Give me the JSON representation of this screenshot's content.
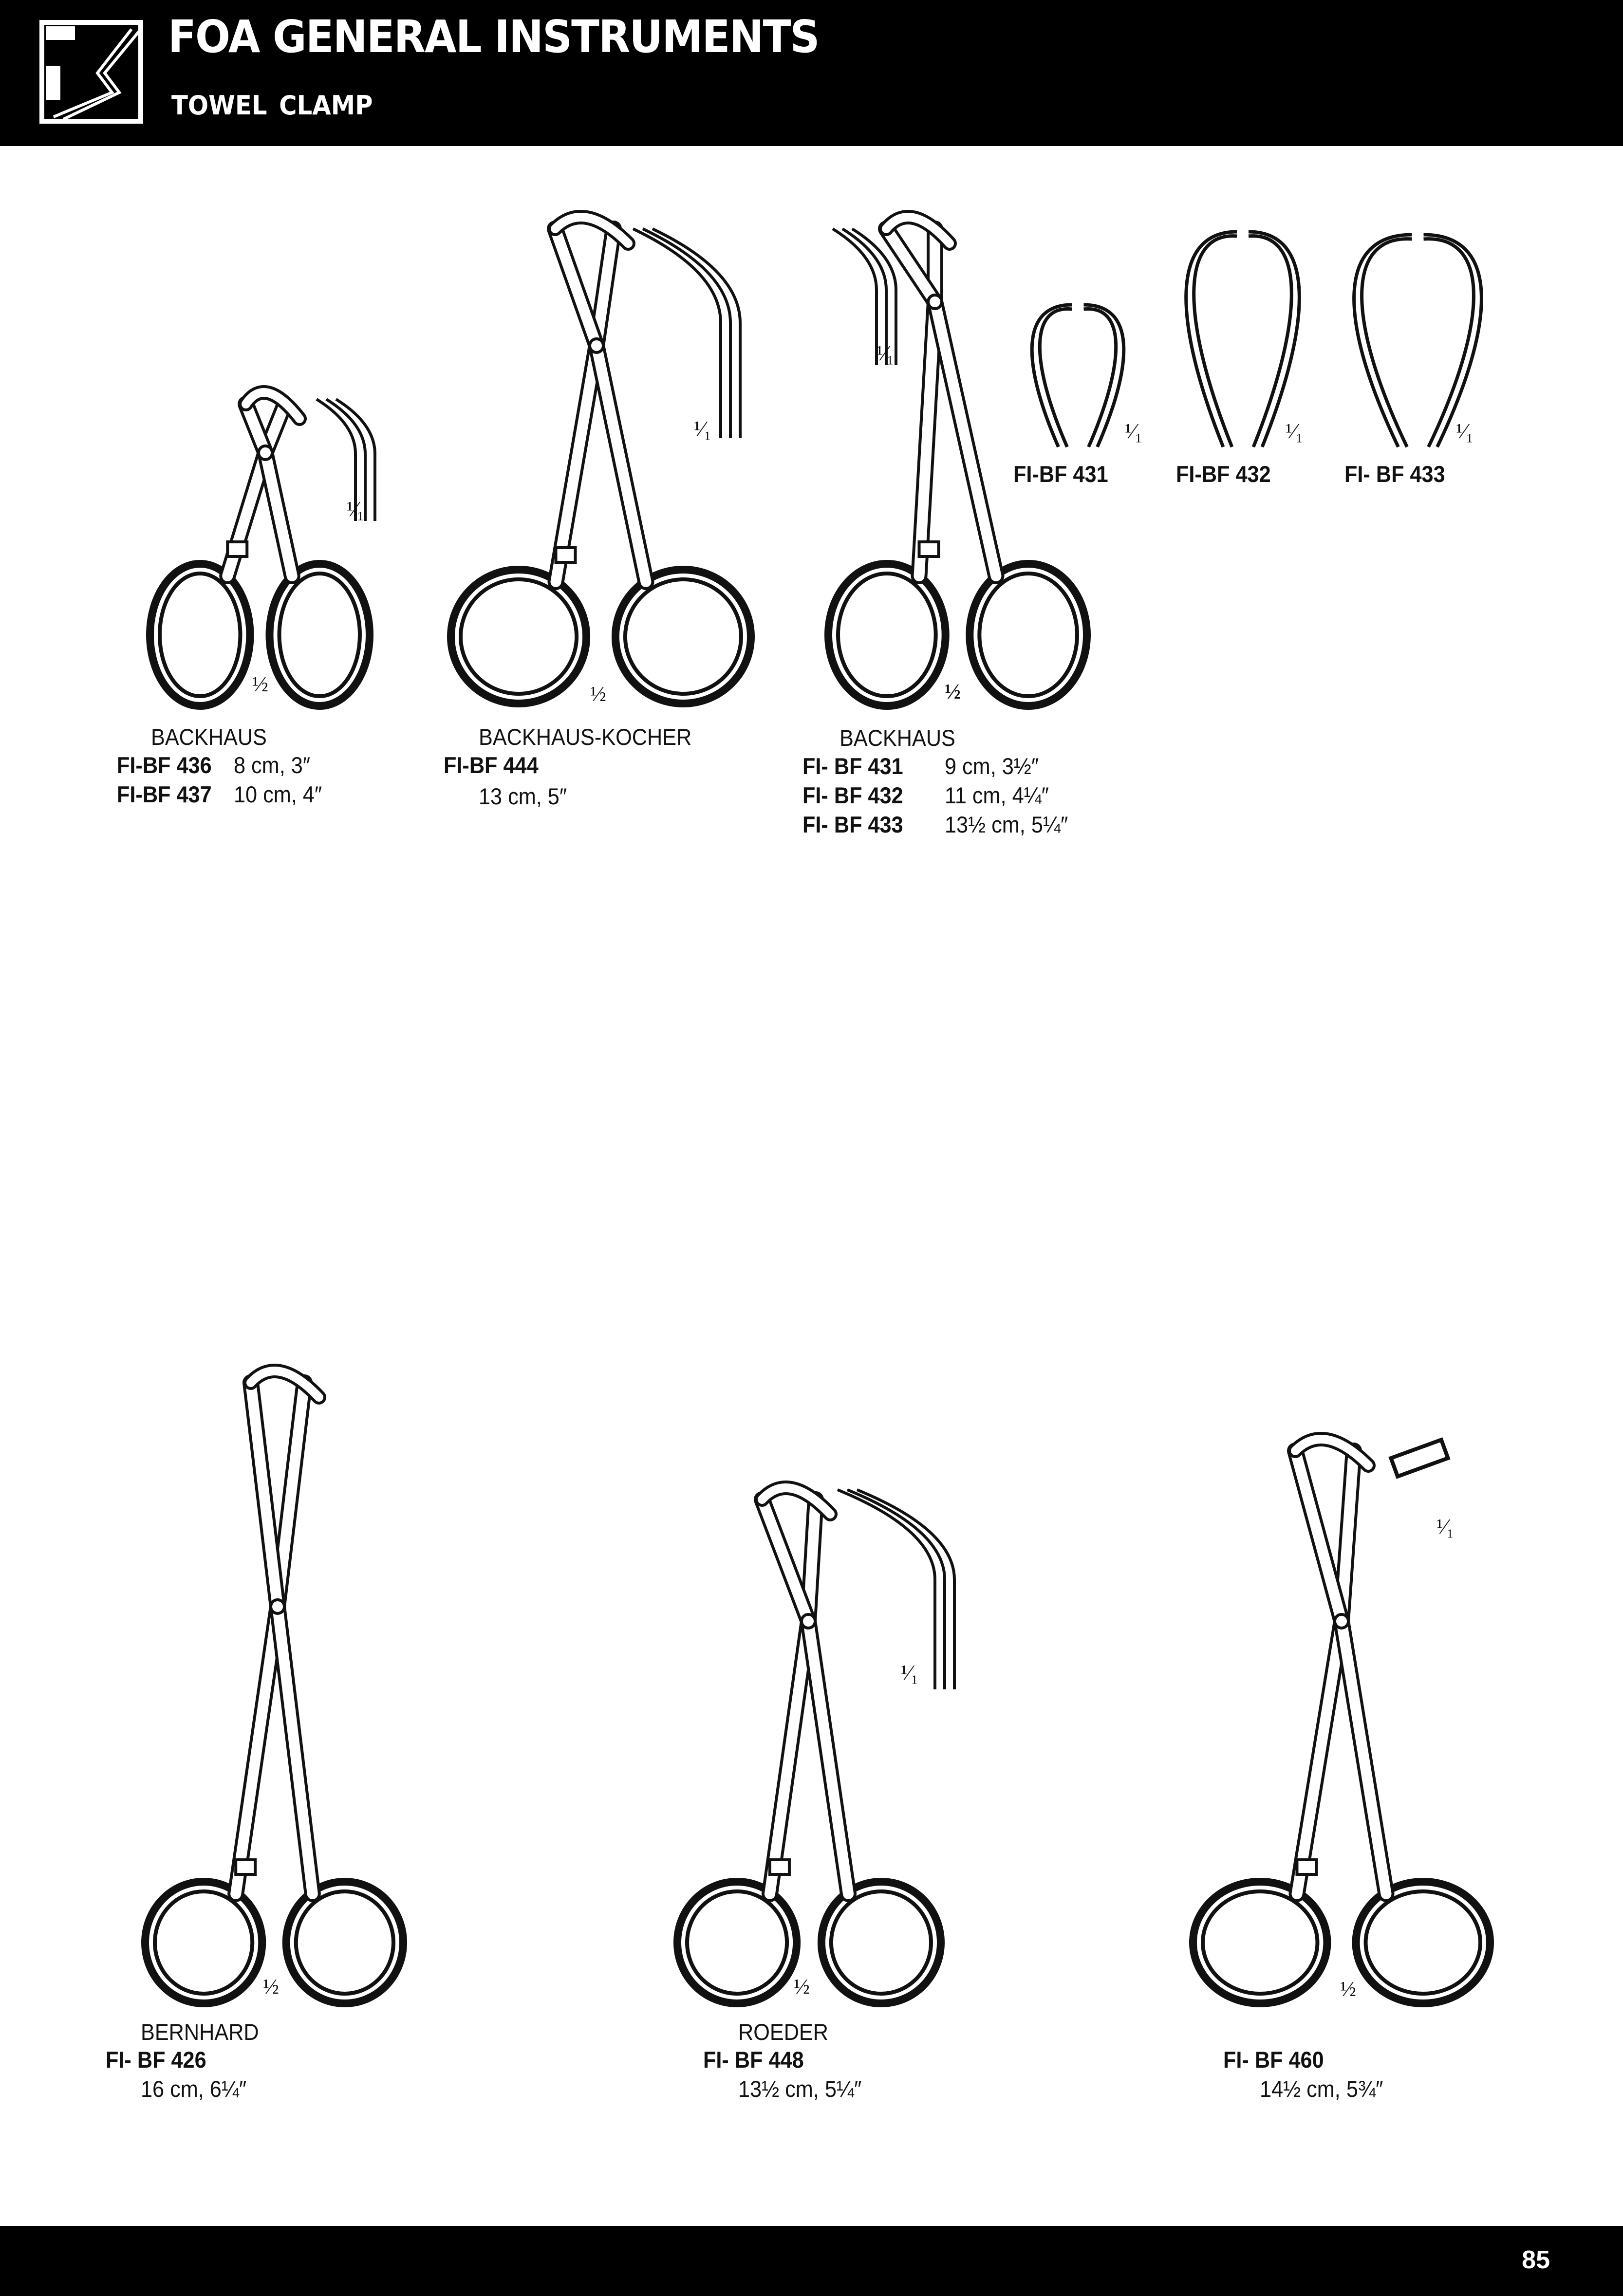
{
  "header": {
    "brand": "FOA GENERAL INSTRUMENTS",
    "subtitle": "TOWEL CLAMP",
    "logo": "FS"
  },
  "footer": {
    "page_number": "85"
  },
  "scale_labels": {
    "half": "½",
    "full": "¹⁄₁"
  },
  "products": [
    {
      "name": "BACKHAUS",
      "items": [
        {
          "code": "FI-BF 436",
          "size": "8 cm, 3″"
        },
        {
          "code": "FI-BF 437",
          "size": "10 cm, 4″"
        }
      ]
    },
    {
      "name": "BACKHAUS-KOCHER",
      "items": [
        {
          "code": "FI-BF 444",
          "size": "13 cm, 5″"
        }
      ]
    },
    {
      "name": "BACKHAUS",
      "items": [
        {
          "code": "FI- BF 431",
          "size": "9 cm, 3½″"
        },
        {
          "code": "FI- BF 432",
          "size": "11 cm, 4¼″"
        },
        {
          "code": "FI- BF 433",
          "size": "13½ cm, 5¼″"
        }
      ]
    },
    {
      "name": "BERNHARD",
      "items": [
        {
          "code": "FI- BF 426",
          "size": "16 cm, 6¼″"
        }
      ]
    },
    {
      "name": "ROEDER",
      "items": [
        {
          "code": "FI- BF 448",
          "size": "13½ cm, 5¼″"
        }
      ]
    },
    {
      "name": "",
      "items": [
        {
          "code": "FI- BF 460",
          "size": "14½ cm, 5¾″"
        }
      ]
    }
  ],
  "tip_variants": [
    {
      "code": "FI-BF 431"
    },
    {
      "code": "FI-BF 432"
    },
    {
      "code": "FI- BF 433"
    }
  ]
}
